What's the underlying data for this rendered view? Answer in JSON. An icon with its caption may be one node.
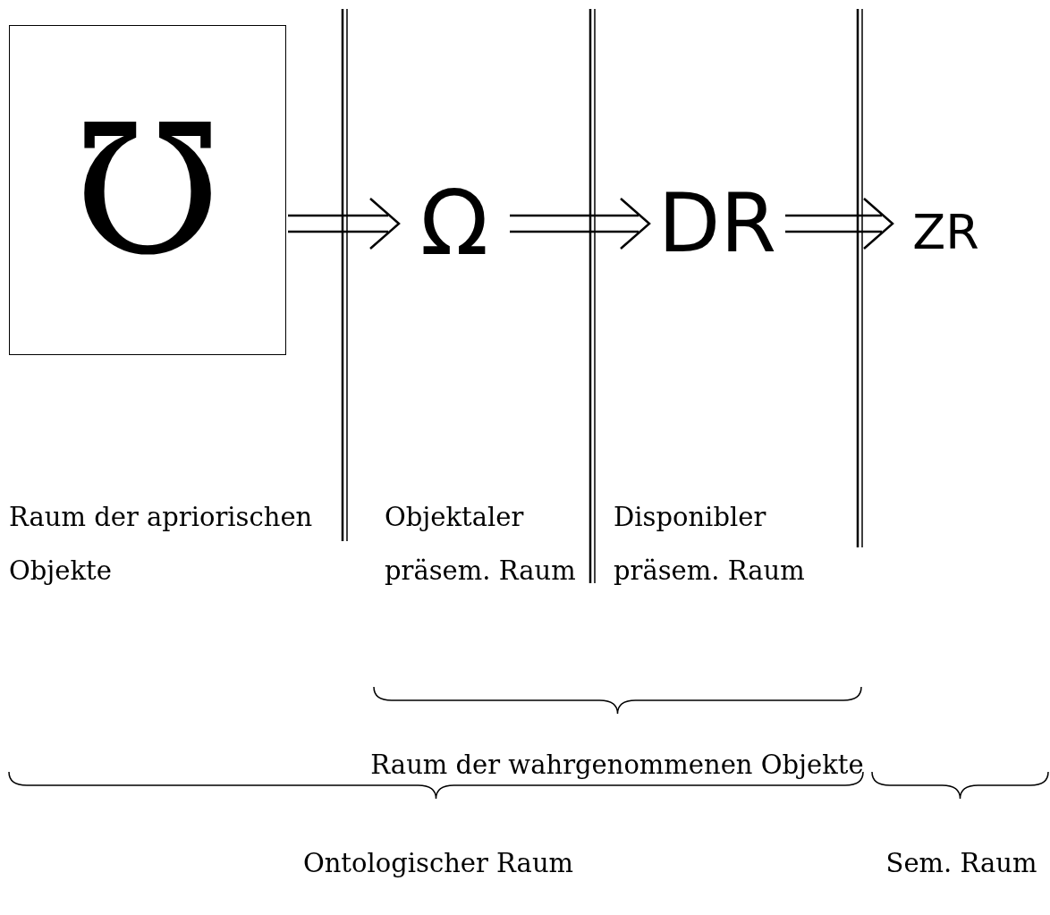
{
  "diagram": {
    "nodes": [
      {
        "text": [
          "℧"
        ]
      },
      {
        "text": [
          "Ω"
        ]
      },
      {
        "text": [
          "DR"
        ]
      },
      {
        "text": [
          "ZR"
        ]
      }
    ],
    "edges": [
      {
        "from": 0,
        "to": 1,
        "arrow": "to"
      },
      {
        "from": 1,
        "to": 2,
        "arrow": "to"
      },
      {
        "from": 2,
        "to": 3,
        "arrow": "to"
      }
    ],
    "labels": [
      "Raum der apriorischen Objekte",
      "Objektaler präsem. Raum",
      "Disponibler präsem. Raum",
      "Raum der wahrgenommenen Objekte",
      "Ontologischer Raum",
      "Sem. Raum"
    ]
  }
}
